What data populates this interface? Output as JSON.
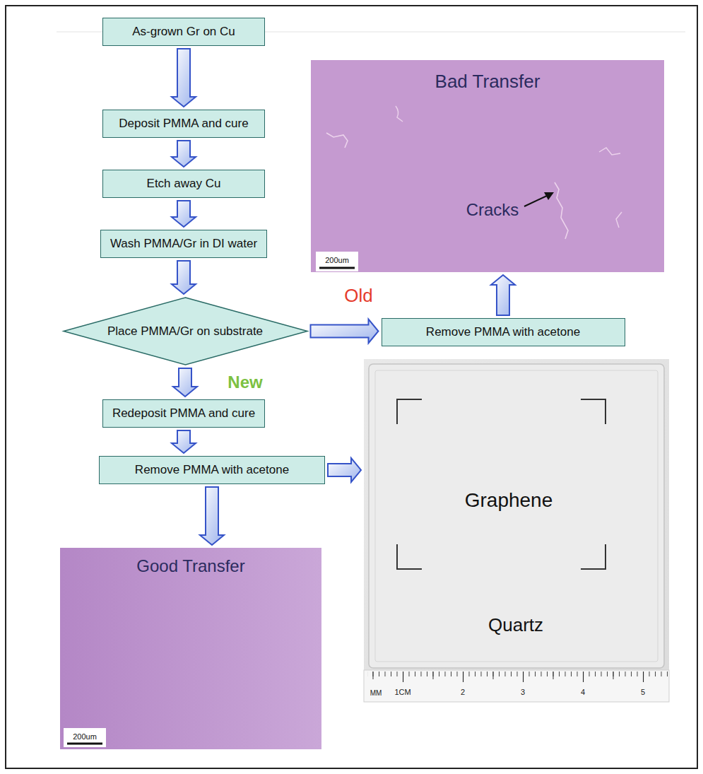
{
  "diagram": {
    "nodes": [
      {
        "text": [
          "As-grown Gr on Cu"
        ]
      },
      {
        "text": [
          "Deposit PMMA and cure"
        ]
      },
      {
        "text": [
          "Etch away Cu"
        ]
      },
      {
        "text": [
          "Wash PMMA/Gr in DI water"
        ]
      },
      {
        "text": [
          "Place PMMA/Gr on substrate"
        ]
      },
      {
        "text": [
          "Remove PMMA with acetone"
        ]
      },
      {
        "text": [
          "Bad Transfer"
        ]
      },
      {
        "text": [
          "Redeposit PMMA and cure"
        ]
      },
      {
        "text": [
          "Remove PMMA with acetone"
        ]
      },
      {
        "text": [
          "Graphene",
          "Quartz"
        ]
      },
      {
        "text": [
          "Good Transfer"
        ]
      }
    ],
    "edges": [
      {
        "from": 0,
        "to": 1,
        "arrow": "to"
      },
      {
        "from": 1,
        "to": 2,
        "arrow": "to"
      },
      {
        "from": 2,
        "to": 3,
        "arrow": "to"
      },
      {
        "from": 3,
        "to": 4,
        "arrow": "to"
      },
      {
        "from": 4,
        "to": 5,
        "label": "Old",
        "arrow": "to"
      },
      {
        "from": 5,
        "to": 6,
        "arrow": "to"
      },
      {
        "from": 4,
        "to": 7,
        "label": "New",
        "arrow": "to"
      },
      {
        "from": 7,
        "to": 8,
        "arrow": "to"
      },
      {
        "from": 8,
        "to": 9,
        "arrow": "to"
      },
      {
        "from": 8,
        "to": 10,
        "arrow": "to"
      }
    ],
    "labels": [
      "Cracks",
      "200um",
      "200um",
      "MM",
      "1CM",
      "2",
      "3",
      "4",
      "5"
    ]
  }
}
